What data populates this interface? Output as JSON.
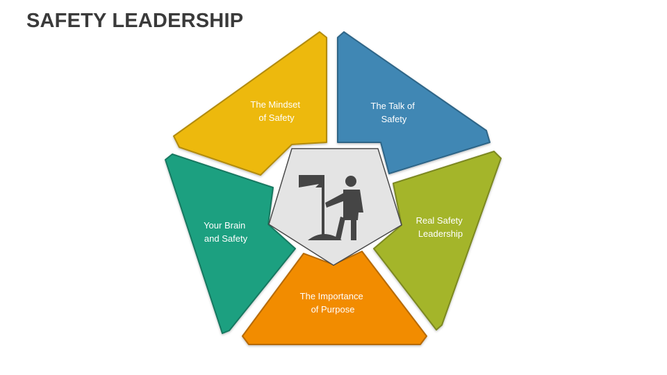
{
  "title": "SAFETY LEADERSHIP",
  "segments": [
    {
      "label_line1": "The Mindset",
      "label_line2": "of Safety",
      "color": "#EDB90F"
    },
    {
      "label_line1": "The Talk of",
      "label_line2": "Safety",
      "color": "#3F87B4"
    },
    {
      "label_line1": "Real Safety",
      "label_line2": "Leadership",
      "color": "#A4B52A"
    },
    {
      "label_line1": "The Importance",
      "label_line2": "of Purpose",
      "color": "#F28C00"
    },
    {
      "label_line1": "Your Brain",
      "label_line2": "and Safety",
      "color": "#1FA080"
    }
  ],
  "center": {
    "icon": "flag-leader-icon",
    "fill": "#E4E4E4",
    "icon_color": "#454545"
  }
}
